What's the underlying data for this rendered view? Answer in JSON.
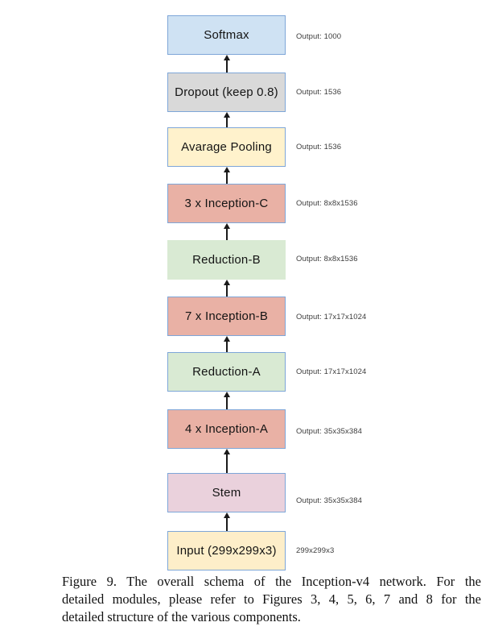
{
  "figure": {
    "nodes": [
      {
        "label": "Softmax",
        "output": "Output: 1000",
        "fill": "#cfe2f3"
      },
      {
        "label": "Dropout (keep 0.8)",
        "output": "Output: 1536",
        "fill": "#d9d9d9"
      },
      {
        "label": "Avarage Pooling",
        "output": "Output: 1536",
        "fill": "#fff2cc"
      },
      {
        "label": "3 x Inception-C",
        "output": "Output: 8x8x1536",
        "fill": "#e9b1a5"
      },
      {
        "label": "Reduction-B",
        "output": "Output: 8x8x1536",
        "fill": "#d9ead3"
      },
      {
        "label": "7 x Inception-B",
        "output": "Output: 17x17x1024",
        "fill": "#e9b1a5"
      },
      {
        "label": "Reduction-A",
        "output": "Output: 17x17x1024",
        "fill": "#d9ead3"
      },
      {
        "label": "4 x Inception-A",
        "output": "Output: 35x35x384",
        "fill": "#e9b1a5"
      },
      {
        "label": "Stem",
        "output": "Output: 35x35x384",
        "fill": "#ead1dc"
      },
      {
        "label": "Input (299x299x3)",
        "output": "299x299x3",
        "fill": "#fdeec9"
      }
    ],
    "colors": {
      "page_bg": "#ffffff",
      "box_border": "#7ea6d8",
      "arrow_color": "#1a1a1a",
      "output_text": "#3d3d3d",
      "caption_text": "#111111"
    },
    "caption_lines": [
      "Figure 9. The overall schema of the Inception-v4 network. For the",
      "detailed modules, please refer to Figures 3, 4, 5, 6, 7 and 8 for the",
      "detailed structure of the various components."
    ]
  }
}
